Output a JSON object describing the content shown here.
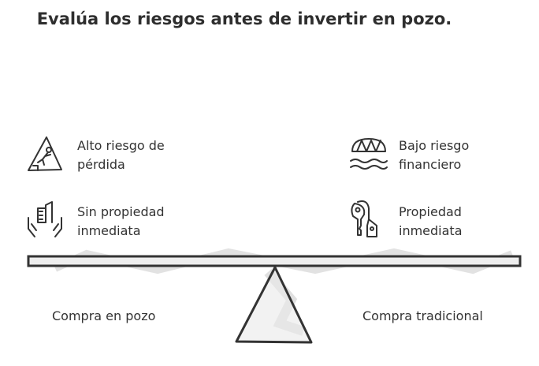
{
  "title": "Evalúa los riesgos antes de invertir en pozo.",
  "left": {
    "option": "Compra en pozo",
    "items": [
      {
        "text": "Alto riesgo de pérdida",
        "line1": "Alto riesgo de",
        "line2": "pérdida",
        "icon": "warning-falling-person-icon"
      },
      {
        "text": "Sin propiedad inmediata",
        "line1": "Sin propiedad",
        "line2": "inmediata",
        "icon": "hands-building-icon"
      }
    ]
  },
  "right": {
    "option": "Compra tradicional",
    "items": [
      {
        "text": "Bajo riesgo financiero",
        "line1": "Bajo riesgo",
        "line2": "financiero",
        "icon": "bridge-water-icon"
      },
      {
        "text": "Propiedad inmediata",
        "line1": "Propiedad",
        "line2": "inmediata",
        "icon": "key-house-tag-icon"
      }
    ]
  }
}
